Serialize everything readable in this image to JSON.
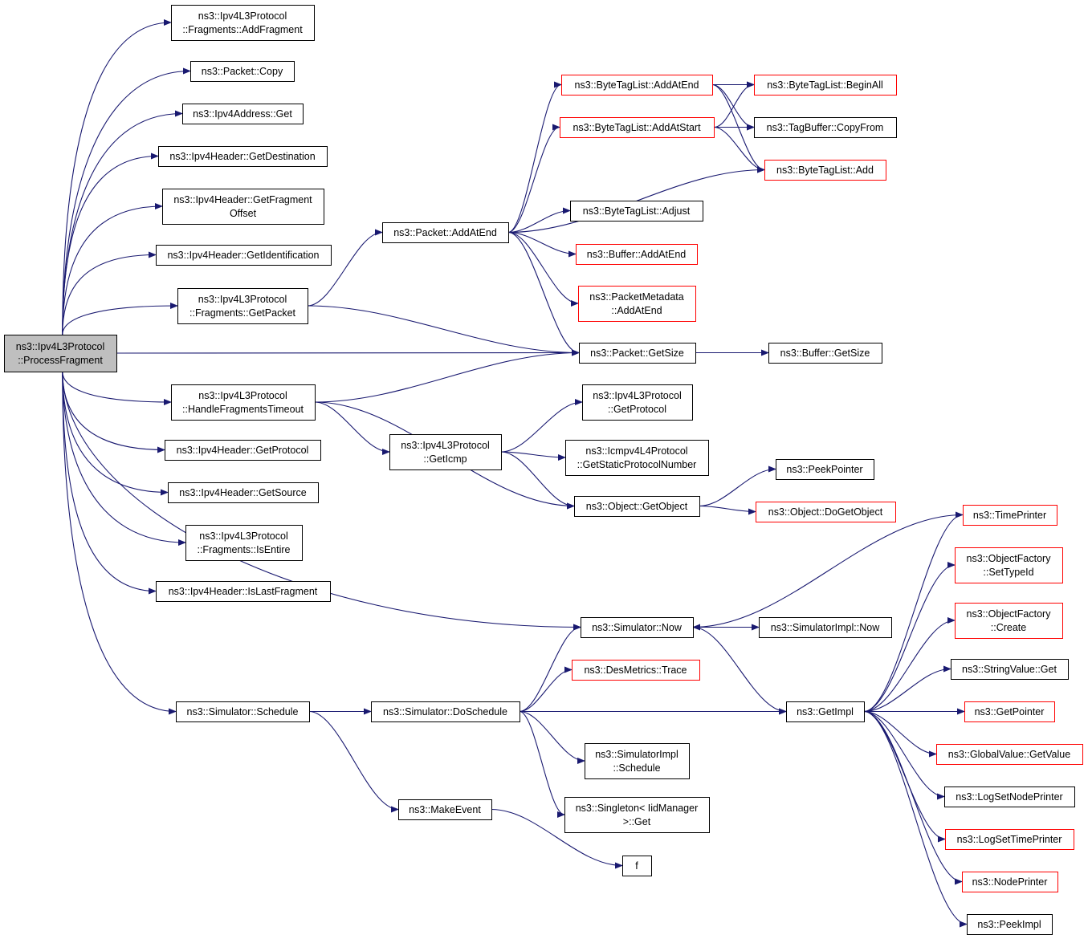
{
  "colors": {
    "edge": "#191970",
    "box_border_default": "#000000",
    "box_border_link": "#ff0000",
    "box_fill_default": "#ffffff",
    "box_fill_focus": "#bfbfbf",
    "background": "#ffffff"
  },
  "nodes": [
    {
      "id": "processFragment",
      "lines": [
        "ns3::Ipv4L3Protocol",
        "::ProcessFragment"
      ],
      "style": "focus"
    },
    {
      "id": "addFragment",
      "lines": [
        "ns3::Ipv4L3Protocol",
        "::Fragments::AddFragment"
      ],
      "style": "default"
    },
    {
      "id": "packetCopy",
      "lines": [
        "ns3::Packet::Copy"
      ],
      "style": "default"
    },
    {
      "id": "ipv4AddressGet",
      "lines": [
        "ns3::Ipv4Address::Get"
      ],
      "style": "default"
    },
    {
      "id": "getDestination",
      "lines": [
        "ns3::Ipv4Header::GetDestination"
      ],
      "style": "default"
    },
    {
      "id": "getFragmentOffset",
      "lines": [
        "ns3::Ipv4Header::GetFragment",
        "Offset"
      ],
      "style": "default"
    },
    {
      "id": "getIdentification",
      "lines": [
        "ns3::Ipv4Header::GetIdentification"
      ],
      "style": "default"
    },
    {
      "id": "fragmentsGetPacket",
      "lines": [
        "ns3::Ipv4L3Protocol",
        "::Fragments::GetPacket"
      ],
      "style": "default"
    },
    {
      "id": "handleFragmentsTimeout",
      "lines": [
        "ns3::Ipv4L3Protocol",
        "::HandleFragmentsTimeout"
      ],
      "style": "default"
    },
    {
      "id": "headerGetProtocol",
      "lines": [
        "ns3::Ipv4Header::GetProtocol"
      ],
      "style": "default"
    },
    {
      "id": "getSource",
      "lines": [
        "ns3::Ipv4Header::GetSource"
      ],
      "style": "default"
    },
    {
      "id": "isEntire",
      "lines": [
        "ns3::Ipv4L3Protocol",
        "::Fragments::IsEntire"
      ],
      "style": "default"
    },
    {
      "id": "isLastFragment",
      "lines": [
        "ns3::Ipv4Header::IsLastFragment"
      ],
      "style": "default"
    },
    {
      "id": "simulatorSchedule",
      "lines": [
        "ns3::Simulator::Schedule"
      ],
      "style": "default"
    },
    {
      "id": "packetAddAtEnd",
      "lines": [
        "ns3::Packet::AddAtEnd"
      ],
      "style": "default"
    },
    {
      "id": "btlAddAtEnd",
      "lines": [
        "ns3::ByteTagList::AddAtEnd"
      ],
      "style": "link"
    },
    {
      "id": "btlAddAtStart",
      "lines": [
        "ns3::ByteTagList::AddAtStart"
      ],
      "style": "link"
    },
    {
      "id": "btlBeginAll",
      "lines": [
        "ns3::ByteTagList::BeginAll"
      ],
      "style": "link"
    },
    {
      "id": "tagBufferCopyFrom",
      "lines": [
        "ns3::TagBuffer::CopyFrom"
      ],
      "style": "default"
    },
    {
      "id": "btlAdd",
      "lines": [
        "ns3::ByteTagList::Add"
      ],
      "style": "link"
    },
    {
      "id": "btlAdjust",
      "lines": [
        "ns3::ByteTagList::Adjust"
      ],
      "style": "default"
    },
    {
      "id": "bufferAddAtEnd",
      "lines": [
        "ns3::Buffer::AddAtEnd"
      ],
      "style": "link"
    },
    {
      "id": "pmAddAtEnd",
      "lines": [
        "ns3::PacketMetadata",
        "::AddAtEnd"
      ],
      "style": "link"
    },
    {
      "id": "packetGetSize",
      "lines": [
        "ns3::Packet::GetSize"
      ],
      "style": "default"
    },
    {
      "id": "bufferGetSize",
      "lines": [
        "ns3::Buffer::GetSize"
      ],
      "style": "default"
    },
    {
      "id": "l3GetProtocol",
      "lines": [
        "ns3::Ipv4L3Protocol",
        "::GetProtocol"
      ],
      "style": "default"
    },
    {
      "id": "getIcmp",
      "lines": [
        "ns3::Ipv4L3Protocol",
        "::GetIcmp"
      ],
      "style": "default"
    },
    {
      "id": "getStaticProtocolNumber",
      "lines": [
        "ns3::Icmpv4L4Protocol",
        "::GetStaticProtocolNumber"
      ],
      "style": "default"
    },
    {
      "id": "peekPointer",
      "lines": [
        "ns3::PeekPointer"
      ],
      "style": "default"
    },
    {
      "id": "objectGetObject",
      "lines": [
        "ns3::Object::GetObject"
      ],
      "style": "default"
    },
    {
      "id": "doGetObject",
      "lines": [
        "ns3::Object::DoGetObject"
      ],
      "style": "link"
    },
    {
      "id": "timePrinter",
      "lines": [
        "ns3::TimePrinter"
      ],
      "style": "link"
    },
    {
      "id": "setTypeId",
      "lines": [
        "ns3::ObjectFactory",
        "::SetTypeId"
      ],
      "style": "link"
    },
    {
      "id": "objectFactoryCreate",
      "lines": [
        "ns3::ObjectFactory",
        "::Create"
      ],
      "style": "link"
    },
    {
      "id": "simulatorNow",
      "lines": [
        "ns3::Simulator::Now"
      ],
      "style": "default"
    },
    {
      "id": "simImplNow",
      "lines": [
        "ns3::SimulatorImpl::Now"
      ],
      "style": "default"
    },
    {
      "id": "stringValueGet",
      "lines": [
        "ns3::StringValue::Get"
      ],
      "style": "default"
    },
    {
      "id": "desMetricsTrace",
      "lines": [
        "ns3::DesMetrics::Trace"
      ],
      "style": "link"
    },
    {
      "id": "doSchedule",
      "lines": [
        "ns3::Simulator::DoSchedule"
      ],
      "style": "default"
    },
    {
      "id": "getImpl",
      "lines": [
        "ns3::GetImpl"
      ],
      "style": "default"
    },
    {
      "id": "getPointer",
      "lines": [
        "ns3::GetPointer"
      ],
      "style": "link"
    },
    {
      "id": "globalValueGetValue",
      "lines": [
        "ns3::GlobalValue::GetValue"
      ],
      "style": "link"
    },
    {
      "id": "simImplSchedule",
      "lines": [
        "ns3::SimulatorImpl",
        "::Schedule"
      ],
      "style": "default"
    },
    {
      "id": "logSetNodePrinter",
      "lines": [
        "ns3::LogSetNodePrinter"
      ],
      "style": "default"
    },
    {
      "id": "makeEvent",
      "lines": [
        "ns3::MakeEvent"
      ],
      "style": "default"
    },
    {
      "id": "singletonGet",
      "lines": [
        "ns3::Singleton< IidManager",
        ">::Get"
      ],
      "style": "default"
    },
    {
      "id": "logSetTimePrinter",
      "lines": [
        "ns3::LogSetTimePrinter"
      ],
      "style": "link"
    },
    {
      "id": "nodePrinter",
      "lines": [
        "ns3::NodePrinter"
      ],
      "style": "link"
    },
    {
      "id": "f",
      "lines": [
        "f"
      ],
      "style": "default"
    },
    {
      "id": "peekImpl",
      "lines": [
        "ns3::PeekImpl"
      ],
      "style": "default"
    }
  ],
  "edges": [
    {
      "from": "processFragment",
      "to": "addFragment"
    },
    {
      "from": "processFragment",
      "to": "packetCopy"
    },
    {
      "from": "processFragment",
      "to": "ipv4AddressGet"
    },
    {
      "from": "processFragment",
      "to": "getDestination"
    },
    {
      "from": "processFragment",
      "to": "getFragmentOffset"
    },
    {
      "from": "processFragment",
      "to": "getIdentification"
    },
    {
      "from": "processFragment",
      "to": "fragmentsGetPacket"
    },
    {
      "from": "processFragment",
      "to": "packetGetSize"
    },
    {
      "from": "processFragment",
      "to": "handleFragmentsTimeout"
    },
    {
      "from": "processFragment",
      "to": "headerGetProtocol"
    },
    {
      "from": "processFragment",
      "to": "getSource"
    },
    {
      "from": "processFragment",
      "to": "isEntire"
    },
    {
      "from": "processFragment",
      "to": "isLastFragment"
    },
    {
      "from": "processFragment",
      "to": "simulatorNow"
    },
    {
      "from": "processFragment",
      "to": "simulatorSchedule"
    },
    {
      "from": "fragmentsGetPacket",
      "to": "packetAddAtEnd"
    },
    {
      "from": "fragmentsGetPacket",
      "to": "packetGetSize"
    },
    {
      "from": "packetAddAtEnd",
      "to": "btlAddAtEnd"
    },
    {
      "from": "packetAddAtEnd",
      "to": "btlAddAtStart"
    },
    {
      "from": "packetAddAtEnd",
      "to": "btlAdd"
    },
    {
      "from": "packetAddAtEnd",
      "to": "btlAdjust"
    },
    {
      "from": "packetAddAtEnd",
      "to": "bufferAddAtEnd"
    },
    {
      "from": "packetAddAtEnd",
      "to": "pmAddAtEnd"
    },
    {
      "from": "packetAddAtEnd",
      "to": "packetGetSize"
    },
    {
      "from": "btlAddAtEnd",
      "to": "btlBeginAll"
    },
    {
      "from": "btlAddAtEnd",
      "to": "tagBufferCopyFrom"
    },
    {
      "from": "btlAddAtEnd",
      "to": "btlAdd"
    },
    {
      "from": "btlAddAtStart",
      "to": "btlBeginAll"
    },
    {
      "from": "btlAddAtStart",
      "to": "tagBufferCopyFrom"
    },
    {
      "from": "btlAddAtStart",
      "to": "btlAdd"
    },
    {
      "from": "packetGetSize",
      "to": "bufferGetSize"
    },
    {
      "from": "handleFragmentsTimeout",
      "to": "packetGetSize"
    },
    {
      "from": "handleFragmentsTimeout",
      "to": "getIcmp"
    },
    {
      "from": "handleFragmentsTimeout",
      "to": "objectGetObject"
    },
    {
      "from": "getIcmp",
      "to": "l3GetProtocol"
    },
    {
      "from": "getIcmp",
      "to": "getStaticProtocolNumber"
    },
    {
      "from": "getIcmp",
      "to": "objectGetObject"
    },
    {
      "from": "objectGetObject",
      "to": "peekPointer"
    },
    {
      "from": "objectGetObject",
      "to": "doGetObject"
    },
    {
      "from": "simulatorNow",
      "to": "simImplNow"
    },
    {
      "from": "simulatorNow",
      "to": "getImpl"
    },
    {
      "from": "simulatorSchedule",
      "to": "doSchedule"
    },
    {
      "from": "simulatorSchedule",
      "to": "makeEvent"
    },
    {
      "from": "doSchedule",
      "to": "simulatorNow"
    },
    {
      "from": "doSchedule",
      "to": "desMetricsTrace"
    },
    {
      "from": "doSchedule",
      "to": "getImpl"
    },
    {
      "from": "doSchedule",
      "to": "simImplSchedule"
    },
    {
      "from": "doSchedule",
      "to": "singletonGet"
    },
    {
      "from": "makeEvent",
      "to": "f"
    },
    {
      "from": "getImpl",
      "to": "timePrinter"
    },
    {
      "from": "getImpl",
      "to": "setTypeId"
    },
    {
      "from": "getImpl",
      "to": "objectFactoryCreate"
    },
    {
      "from": "getImpl",
      "to": "stringValueGet"
    },
    {
      "from": "getImpl",
      "to": "getPointer"
    },
    {
      "from": "getImpl",
      "to": "globalValueGetValue"
    },
    {
      "from": "getImpl",
      "to": "logSetNodePrinter"
    },
    {
      "from": "getImpl",
      "to": "logSetTimePrinter"
    },
    {
      "from": "getImpl",
      "to": "nodePrinter"
    },
    {
      "from": "getImpl",
      "to": "peekImpl"
    },
    {
      "from": "timePrinter",
      "to": "simulatorNow"
    }
  ]
}
